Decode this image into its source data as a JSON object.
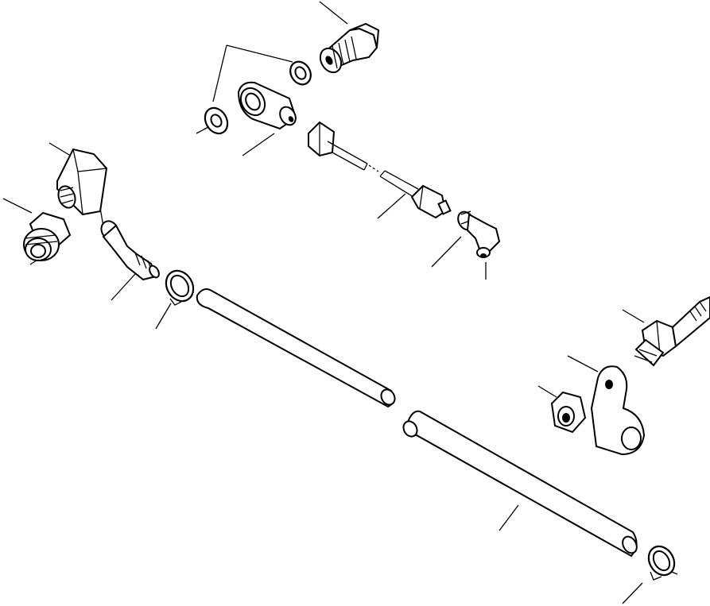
{
  "diagram": {
    "type": "exploded-parts-illustration",
    "labels": [],
    "parts": [
      "banjo-bolt",
      "sealing-washer-upper",
      "sealing-washer-lower",
      "banjo-fitting",
      "tube-fitting-upper",
      "tube-fitting-lower",
      "elbow-fitting-right",
      "tee-block",
      "hex-plug",
      "angled-hose-nipple",
      "hose-clamp-left",
      "hose",
      "hose-clamp-right",
      "stud-bolt",
      "bracket-plate",
      "hex-nut"
    ]
  }
}
